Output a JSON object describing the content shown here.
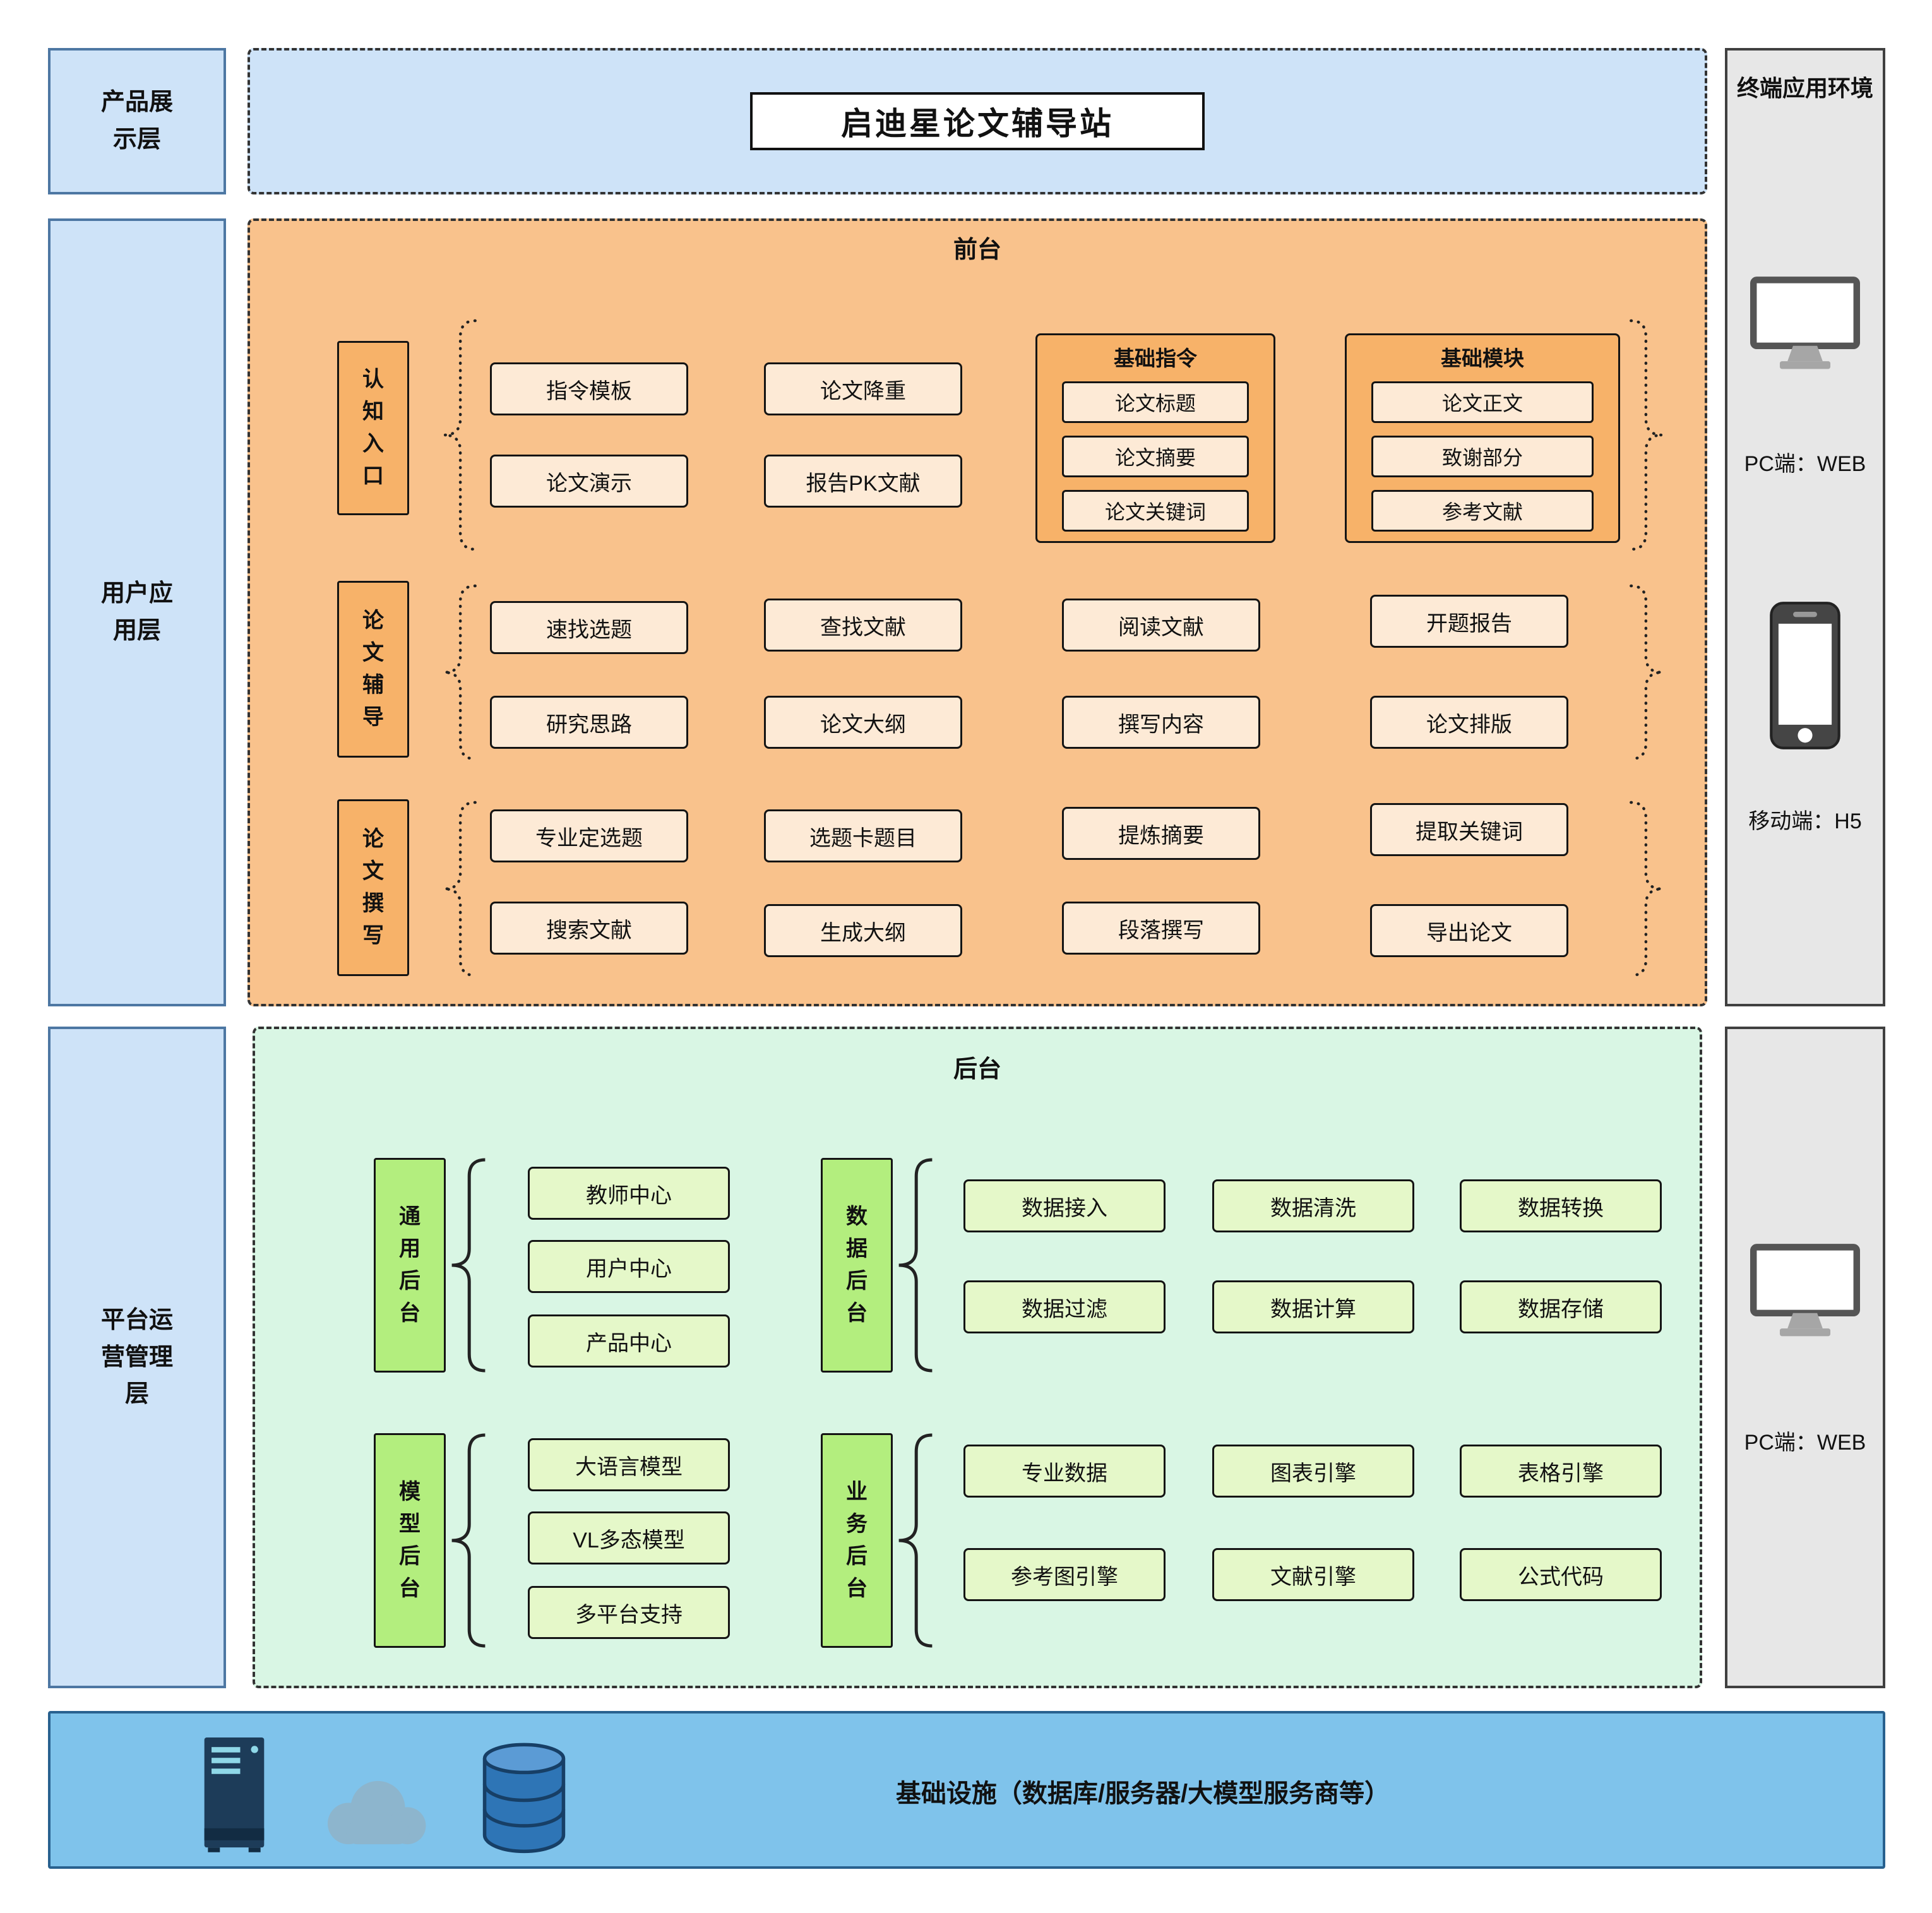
{
  "title": "启迪星论文辅导站",
  "layers": {
    "product": "产品展示层",
    "user": "用户应用层",
    "platform": "平台运营管理层"
  },
  "frontend": {
    "label": "前台",
    "row1": {
      "header": "认知入口",
      "items": [
        "指令模板",
        "论文演示",
        "论文降重",
        "报告PK文献"
      ],
      "group1": {
        "title": "基础指令",
        "items": [
          "论文标题",
          "论文摘要",
          "论文关键词"
        ]
      },
      "group2": {
        "title": "基础模块",
        "items": [
          "论文正文",
          "致谢部分",
          "参考文献"
        ]
      }
    },
    "row2": {
      "header": "论文辅导",
      "items": [
        "速找选题",
        "研究思路",
        "查找文献",
        "论文大纲",
        "阅读文献",
        "撰写内容",
        "开题报告",
        "论文排版"
      ]
    },
    "row3": {
      "header": "论文撰写",
      "items": [
        "专业定选题",
        "搜索文献",
        "选题卡题目",
        "生成大纲",
        "提炼摘要",
        "段落撰写",
        "提取关键词",
        "导出论文"
      ]
    }
  },
  "backend": {
    "label": "后台",
    "general": {
      "header": "通用后台",
      "items": [
        "教师中心",
        "用户中心",
        "产品中心"
      ]
    },
    "data": {
      "header": "数据后台",
      "items": [
        "数据接入",
        "数据清洗",
        "数据转换",
        "数据过滤",
        "数据计算",
        "数据存储"
      ]
    },
    "model": {
      "header": "模型后台",
      "items": [
        "大语言模型",
        "VL多态模型",
        "多平台支持"
      ]
    },
    "business": {
      "header": "业务后台",
      "items": [
        "专业数据",
        "图表引擎",
        "表格引擎",
        "参考图引擎",
        "文献引擎",
        "公式代码"
      ]
    }
  },
  "terminal": {
    "title": "终端应用环境",
    "pc_web_top": "PC端：WEB",
    "mobile_h5": "移动端：H5",
    "pc_web_bottom": "PC端：WEB"
  },
  "infrastructure": "基础设施（数据库/服务器/大模型服务商等）",
  "icons": {
    "terminal_top": [
      "monitor-icon",
      "smartphone-icon"
    ],
    "terminal_bottom": [
      "monitor-icon"
    ],
    "infrastructure": [
      "server-icon",
      "cloud-icon",
      "database-icon"
    ]
  },
  "colors": {
    "layer_fill": "#cee3f8",
    "layer_border": "#4d77a3",
    "display_section_fill": "#cee3f8",
    "frontend_fill": "#f9c28c",
    "frontend_node_fill": "#fdead6",
    "frontend_header_fill": "#f7b269",
    "backend_fill": "#d9f6e4",
    "backend_node_fill": "#e5f8c9",
    "backend_header_fill": "#b3ee7e",
    "terminal_fill": "#e7e7e7",
    "infra_bar_fill": "#7fc3eb",
    "infra_bar_border": "#28618f",
    "node_border": "#141414",
    "dashed_border": "#333333"
  }
}
